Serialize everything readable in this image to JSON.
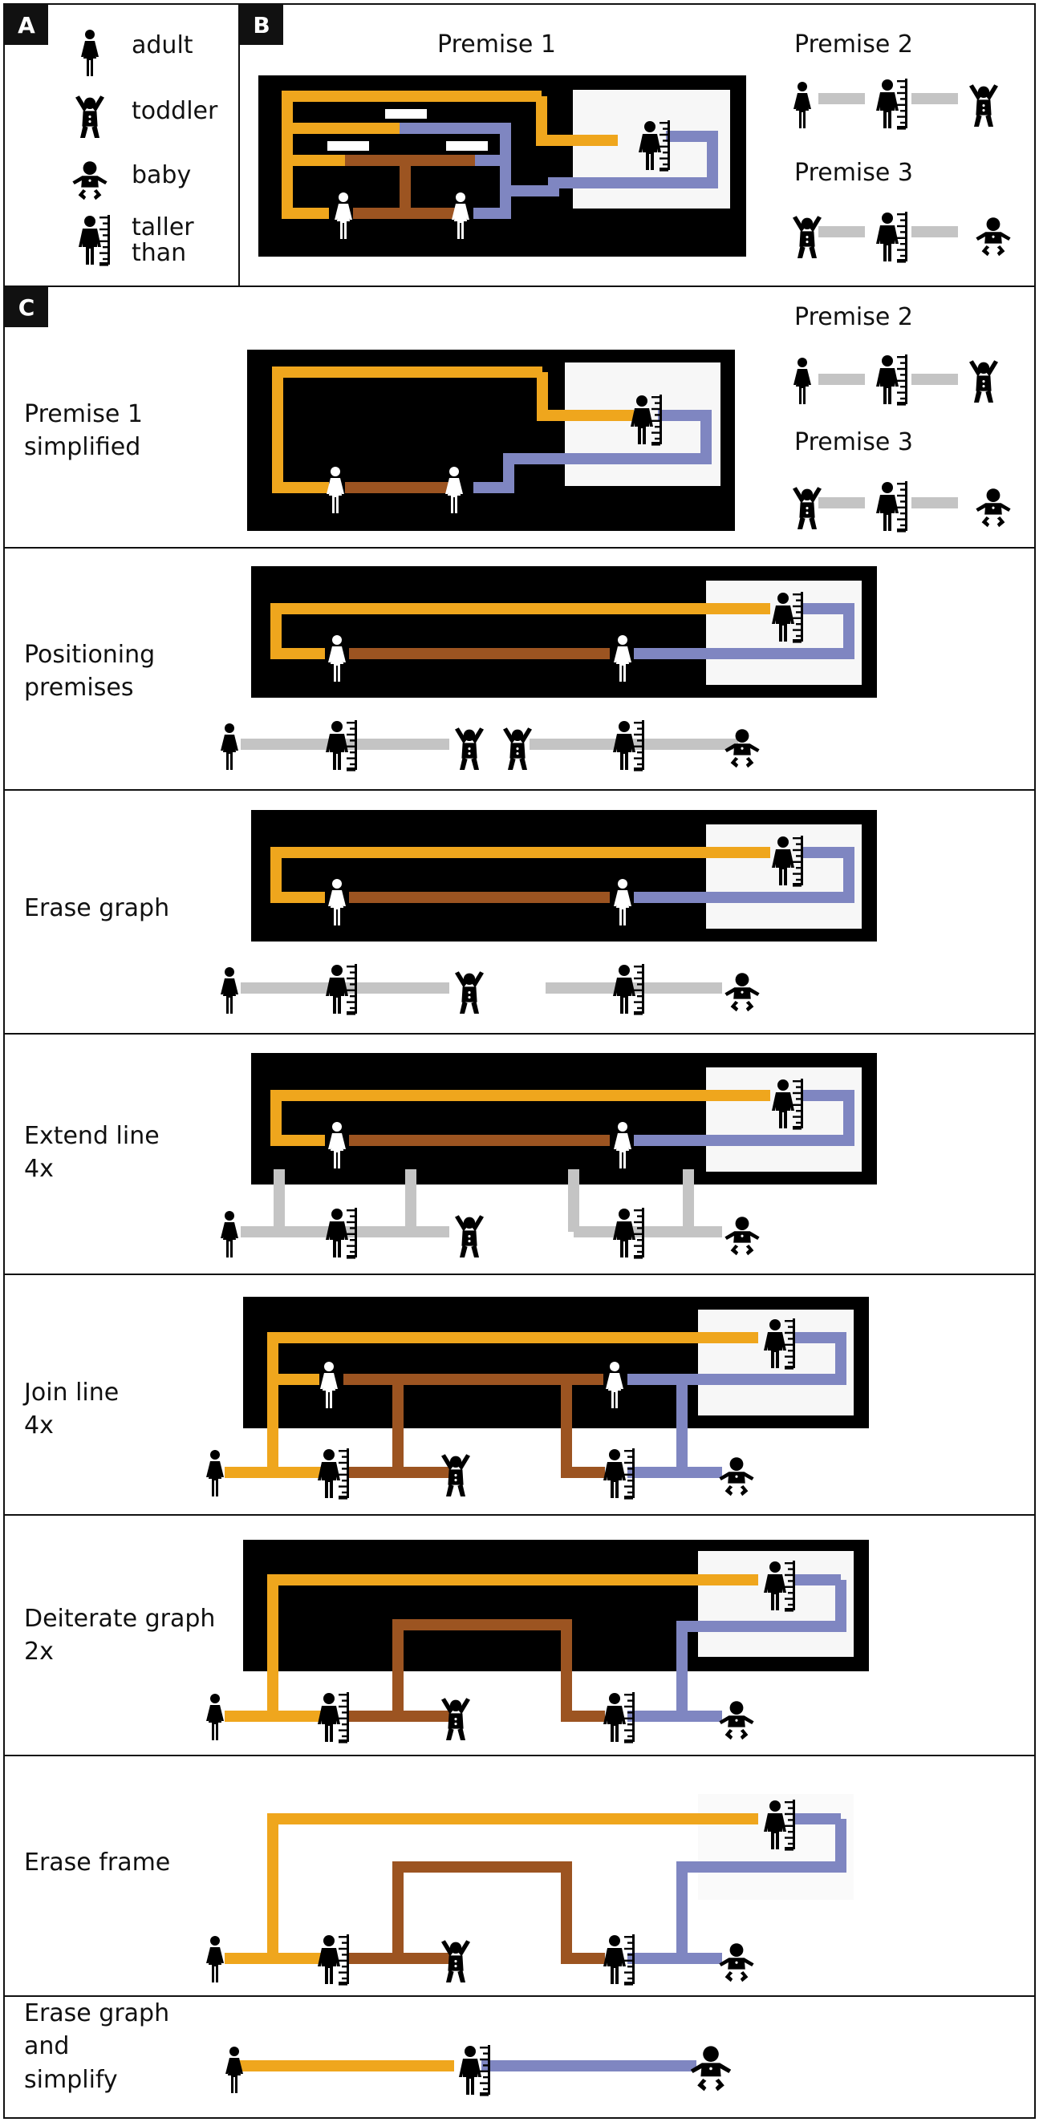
{
  "panel_a": {
    "tag": "A",
    "legend": [
      {
        "icon": "adult-icon",
        "label": "adult"
      },
      {
        "icon": "toddler-icon",
        "label": "toddler"
      },
      {
        "icon": "baby-icon",
        "label": "baby"
      },
      {
        "icon": "taller-than-icon",
        "label": "taller\nthan"
      }
    ]
  },
  "panel_b": {
    "tag": "B",
    "premise_1": "Premise 1",
    "premise_2": "Premise 2",
    "premise_3": "Premise 3"
  },
  "panel_c": {
    "tag": "C",
    "premise_2": "Premise 2",
    "premise_3": "Premise 3",
    "steps": [
      "Premise 1\nsimplified",
      "Positioning\npremises",
      "Erase graph",
      "Extend line\n      4x",
      "Join line\n      4x",
      "Deiterate graph\n      2x",
      "Erase frame",
      "Erase graph\nand\nsimplify"
    ]
  },
  "colors": {
    "orange": "#EFA61D",
    "brown": "#9C5421",
    "blue": "#7F86C1",
    "gray": "#C4C4C4",
    "frame": "#000000",
    "inner_frame": "#F7F7F7"
  }
}
